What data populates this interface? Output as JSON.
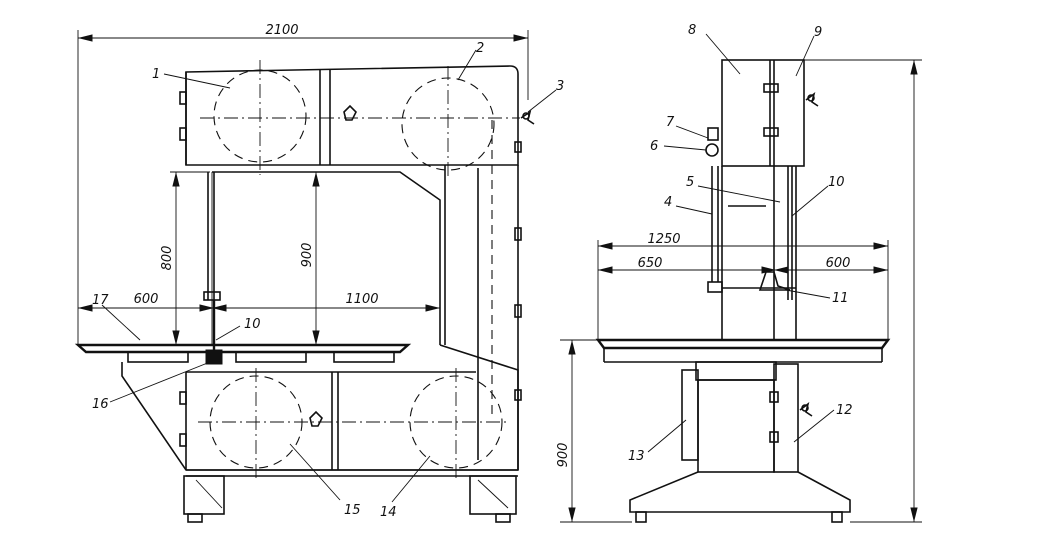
{
  "dimensions": {
    "overall_width": "2100",
    "throat_height": "800",
    "cut_height": "900",
    "table_left": "600",
    "table_throat": "1100",
    "side_table_width": "1250",
    "side_left": "650",
    "side_right": "600",
    "table_height": "900"
  },
  "callouts": {
    "c1": "1",
    "c2": "2",
    "c3": "3",
    "c4": "4",
    "c5": "5",
    "c6": "6",
    "c7": "7",
    "c8": "8",
    "c9": "9",
    "c10_front": "10",
    "c10_side": "10",
    "c11": "11",
    "c12": "12",
    "c13": "13",
    "c14": "14",
    "c15": "15",
    "c16": "16",
    "c17": "17"
  }
}
